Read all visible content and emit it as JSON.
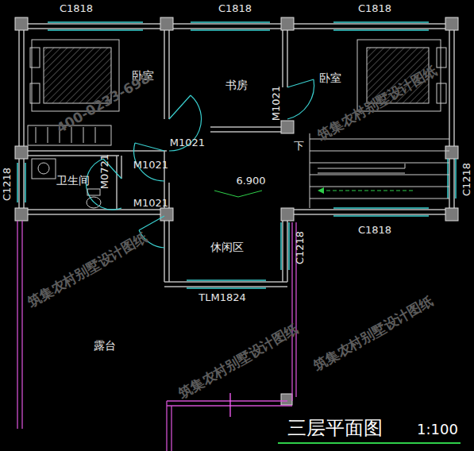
{
  "diagram": {
    "caption": "三层平面图",
    "labels": [
      "C1818",
      "C1818",
      "C1818",
      "卧室",
      "书房",
      "卧室",
      "M1021",
      "M1021",
      "M1021",
      "M0721",
      "卫生间",
      "C1218",
      "6.900",
      "M1021",
      "休闲区",
      "C1218",
      "C1818",
      "C1218",
      "下",
      "TLM1824",
      "露台",
      "1:100",
      "筑集农村别墅设计图纸",
      "筑集农村别墅设计图纸",
      "筑集农村别墅设计图纸",
      "筑集农村别墅设计图纸",
      "400-0233-698"
    ]
  }
}
